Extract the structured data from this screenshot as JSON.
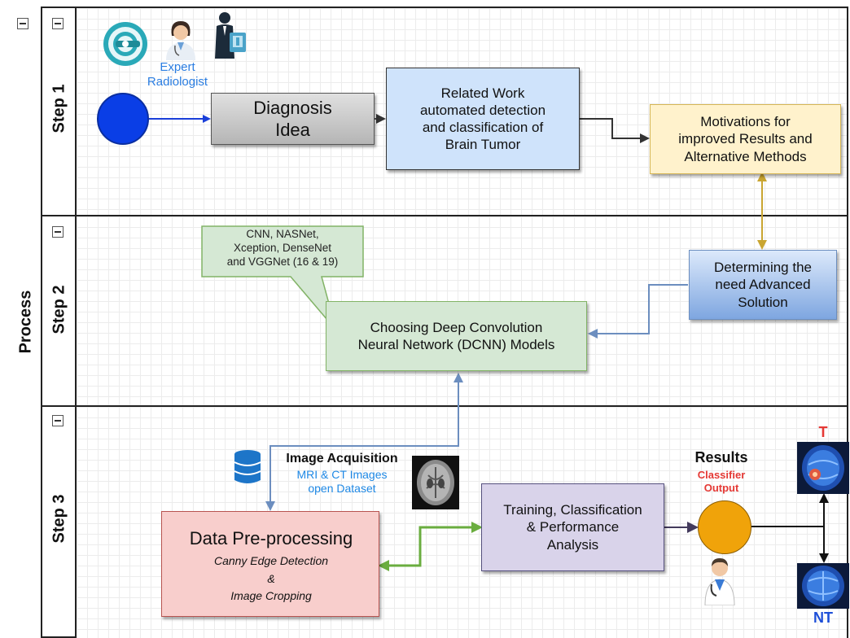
{
  "pool": {
    "label": "Process"
  },
  "lanes": [
    {
      "label": "Step 1"
    },
    {
      "label": "Step 2"
    },
    {
      "label": "Step 3"
    }
  ],
  "step1": {
    "expert_label": "Expert\nRadiologist",
    "diagnosis": "Diagnosis\nIdea",
    "related_work": "Related Work\nautomated detection\nand classification of\nBrain Tumor",
    "motivations": "Motivations for\nimproved Results and\nAlternative Methods"
  },
  "step2": {
    "models_note": "CNN, NASNet,\nXception, DenseNet\nand VGGNet (16 & 19)",
    "choosing": "Choosing Deep Convolution\nNeural Network (DCNN) Models",
    "determining": "Determining the\nneed Advanced\nSolution"
  },
  "step3": {
    "acq_title": "Image Acquisition",
    "acq_sub": "MRI & CT Images\nopen Dataset",
    "preproc_title": "Data Pre-processing",
    "preproc_sub": "Canny Edge Detection\n&\nImage Cropping",
    "training": "Training, Classification\n& Performance\nAnalysis",
    "results_title": "Results",
    "results_sub": "Classifier\nOutput",
    "tumor_label": "T",
    "no_tumor_label": "NT"
  },
  "colors": {
    "start_circle": "#0a3ee6",
    "diagnosis_box": "#c8c8c8",
    "blue_box": "#cfe3fb",
    "yellow_box": "#fff2cc",
    "green_box": "#d5e8d4",
    "red_box": "#f8cecc",
    "purple_box": "#d9d3ea",
    "result_circle": "#f0a30a",
    "expert_text": "#2a7de1",
    "dataset_text": "#1e88e5",
    "classifier_text": "#e53935",
    "tumor_text": "#e53935",
    "no_tumor_text": "#1e4fd8"
  },
  "icons": [
    "brain-scan-logo-icon",
    "doctor-icon",
    "radiologist-xray-icon",
    "database-icon",
    "mri-scan-image-icon",
    "doctor-results-icon",
    "brain-tumor-scan-icon",
    "brain-normal-scan-icon"
  ]
}
